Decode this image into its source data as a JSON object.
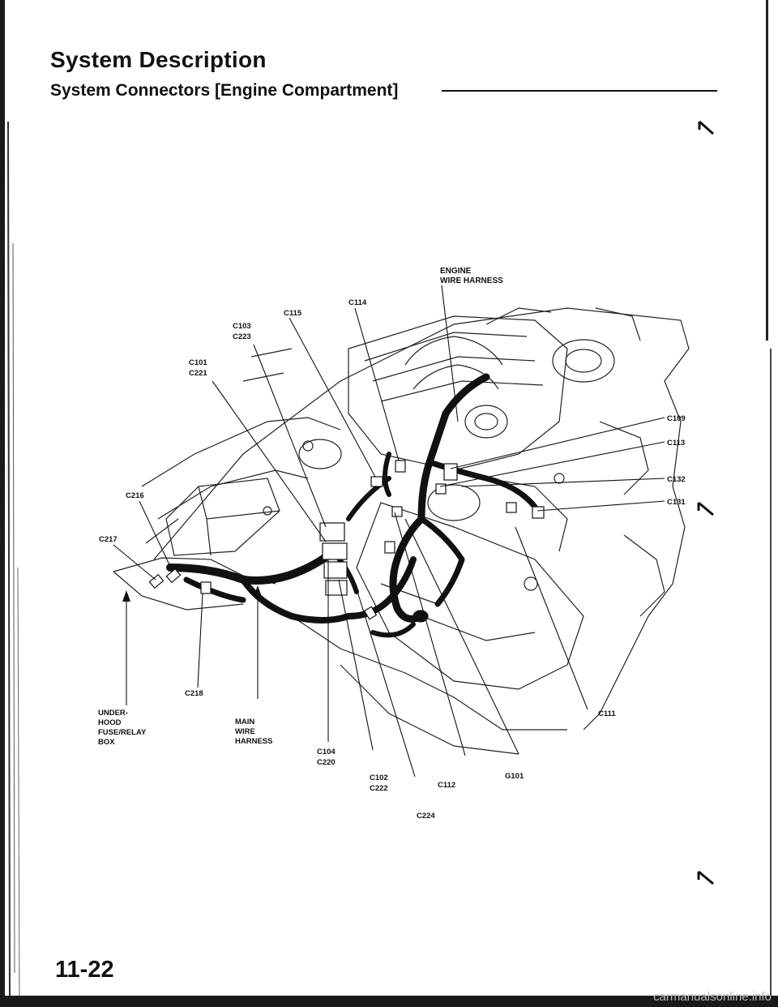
{
  "header": {
    "title": "System Description",
    "subtitle": "System Connectors [Engine Compartment]"
  },
  "page_number": "11-22",
  "watermark": "carmanualsonline.info",
  "diagram": {
    "labels": {
      "engine_wire_harness_1": "ENGINE",
      "engine_wire_harness_2": "WIRE HARNESS",
      "c114": "C114",
      "c115": "C115",
      "c103": "C103",
      "c223": "C223",
      "c101": "C101",
      "c221": "C221",
      "c109": "C109",
      "c113": "C113",
      "c132": "C132",
      "c131": "C131",
      "c216": "C216",
      "c217": "C217",
      "c218": "C218",
      "c111": "C111",
      "underhood_1": "UNDER-",
      "underhood_2": "HOOD",
      "underhood_3": "FUSE/RELAY",
      "underhood_4": "BOX",
      "main_harness_1": "MAIN",
      "main_harness_2": "WIRE",
      "main_harness_3": "HARNESS",
      "c104": "C104",
      "c220": "C220",
      "c102": "C102",
      "c222": "C222",
      "g101": "G101",
      "c112": "C112",
      "c224": "C224"
    }
  }
}
